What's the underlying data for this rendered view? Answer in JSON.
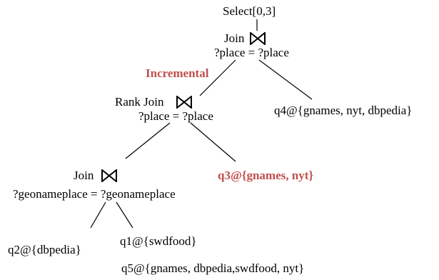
{
  "colors": {
    "text": "#000000",
    "highlight": "#c0504d",
    "edge": "#000000"
  },
  "icons": {
    "join_symbol": "bowtie-join-icon"
  },
  "tree": {
    "root": {
      "label": "Select[0,3]"
    },
    "top_join": {
      "label": "Join",
      "condition": "?place = ?place"
    },
    "incremental_label": "Incremental",
    "rank_join": {
      "label": "Rank Join",
      "condition": "?place = ?place"
    },
    "q4": {
      "label": "q4@{gnames, nyt, dbpedia}"
    },
    "inner_join": {
      "label": "Join",
      "condition": "?geonameplace = ?geonameplace"
    },
    "q3": {
      "label": "q3@{gnames, nyt}"
    },
    "q2": {
      "label": "q2@{dbpedia}"
    },
    "q1": {
      "label": "q1@{swdfood}"
    },
    "q5": {
      "label": "q5@{gnames, dbpedia,swdfood, nyt}"
    }
  }
}
